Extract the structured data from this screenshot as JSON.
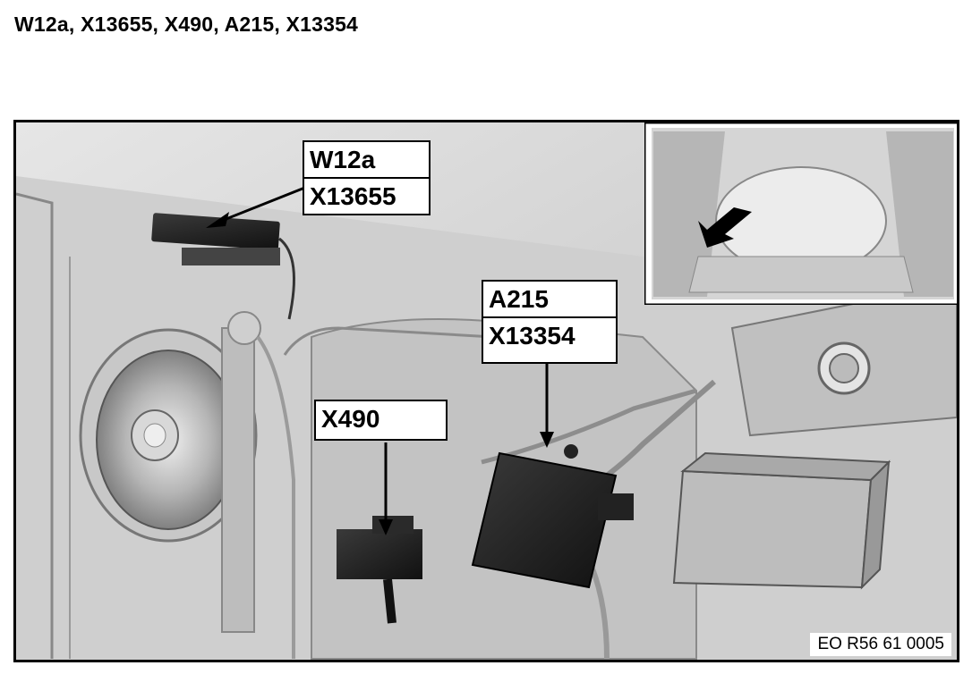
{
  "title": "W12a, X13655, X490, A215, X13354",
  "callouts": {
    "w12a": [
      "W12a",
      "X13655"
    ],
    "x490": [
      "X490"
    ],
    "a215": [
      "A215",
      "X13354"
    ]
  },
  "figure_code": "EO R56 61 0005"
}
